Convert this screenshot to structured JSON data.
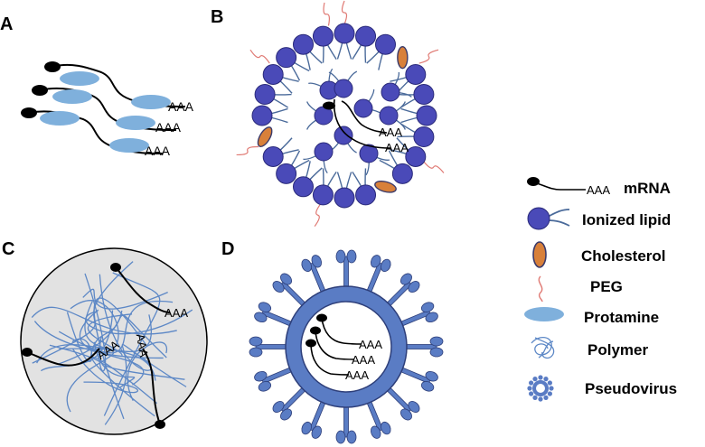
{
  "panels": {
    "a": {
      "letter": "A",
      "tails": [
        "AAA",
        "AAA",
        "AAA"
      ]
    },
    "b": {
      "letter": "B",
      "tails": [
        "AAA",
        "AAA"
      ]
    },
    "c": {
      "letter": "C",
      "tails": [
        "AAA",
        "AAA",
        "AAA"
      ]
    },
    "d": {
      "letter": "D",
      "tails": [
        "AAA",
        "AAA",
        "AAA"
      ]
    }
  },
  "legend": {
    "items": [
      {
        "label": "mRNA",
        "icon": "mrna-icon",
        "tail": "AAA"
      },
      {
        "label": "Ionized lipid",
        "icon": "ionized-lipid-icon"
      },
      {
        "label": "Cholesterol",
        "icon": "cholesterol-icon"
      },
      {
        "label": "PEG",
        "icon": "peg-icon"
      },
      {
        "label": "Protamine",
        "icon": "protamine-icon"
      },
      {
        "label": "Polymer",
        "icon": "polymer-icon"
      },
      {
        "label": "Pseudovirus",
        "icon": "pseudovirus-icon"
      }
    ]
  },
  "colors": {
    "lipid_head": "#4a4ab8",
    "lipid_tail": "#4a6a9a",
    "cholesterol": "#d8803a",
    "peg": "#e07a74",
    "protamine": "#7fb0dc",
    "polymer": "#5d88c6",
    "pseudovirus": "#5a7cc4",
    "polymer_bg": "#e2e2e2"
  }
}
